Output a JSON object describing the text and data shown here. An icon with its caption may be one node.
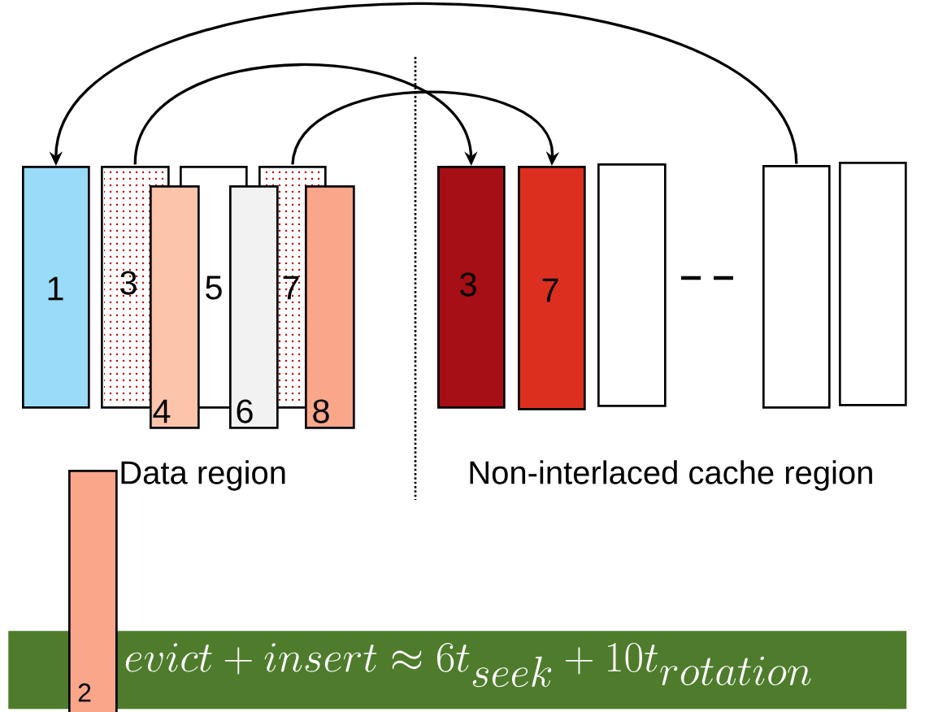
{
  "diagram": {
    "nodes": [
      {
        "text": [
          "1"
        ]
      },
      {
        "text": [
          "3"
        ]
      },
      {
        "text": [
          "4"
        ]
      },
      {
        "text": [
          "5"
        ]
      },
      {
        "text": [
          "6"
        ]
      },
      {
        "text": [
          "7"
        ]
      },
      {
        "text": [
          "8"
        ]
      },
      {
        "text": [
          "3"
        ]
      },
      {
        "text": [
          "7"
        ]
      },
      {
        "text": [],
        "shape": "box"
      },
      {
        "text": [],
        "shape": "box"
      },
      {
        "text": [],
        "shape": "box"
      },
      {
        "text": [
          "2"
        ]
      },
      {
        "text": [
          "evict + insert \\approx 6t_{seek} +10t_{rotation}"
        ]
      }
    ],
    "edges": [
      {
        "from": 10,
        "to": 0,
        "arrow": "to"
      },
      {
        "from": 1,
        "to": 7,
        "arrow": "to"
      },
      {
        "from": 5,
        "to": 8,
        "arrow": "to"
      }
    ],
    "labels": [
      "Data region",
      "Non-interlaced cache region"
    ]
  }
}
